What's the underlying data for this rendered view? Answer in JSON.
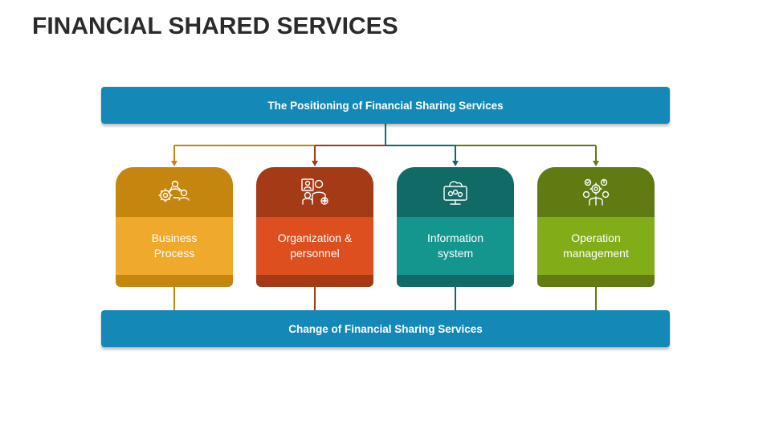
{
  "title": "FINANCIAL SHARED SERVICES",
  "top_banner": "The Positioning of Financial Sharing Services",
  "bottom_banner": "Change of Financial Sharing Services",
  "cards": [
    {
      "label_line1": "Business",
      "label_line2": "Process",
      "icon": "gear-people-network-icon",
      "colors": {
        "head": "#c5860f",
        "body": "#efa92c",
        "foot": "#c5860f"
      }
    },
    {
      "label_line1": "Organization &",
      "label_line2": "personnel",
      "icon": "team-people-icon",
      "colors": {
        "head": "#a53a16",
        "body": "#dd4f1f",
        "foot": "#a53a16"
      }
    },
    {
      "label_line1": "Information",
      "label_line2": "system",
      "icon": "cloud-monitor-icon",
      "colors": {
        "head": "#116a66",
        "body": "#14958e",
        "foot": "#116a66"
      }
    },
    {
      "label_line1": "Operation",
      "label_line2": "management",
      "icon": "management-gear-person-icon",
      "colors": {
        "head": "#5f7b12",
        "body": "#82ad19",
        "foot": "#5f7b12"
      }
    }
  ],
  "colors": {
    "banner": "#1489b8",
    "trunk": "#0f6f7f"
  }
}
